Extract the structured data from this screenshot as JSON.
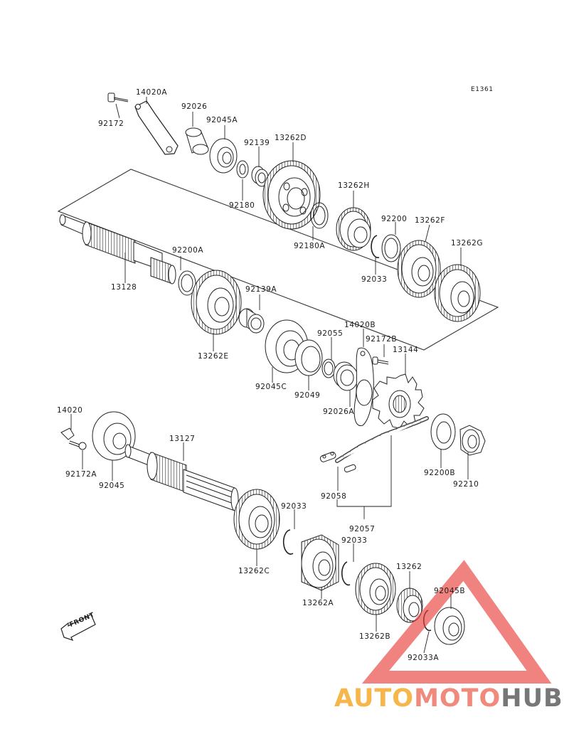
{
  "diagram_code": "E1361",
  "front_label": "FRONT",
  "watermark": {
    "part1": "AUTO",
    "part2": "MOTO",
    "part3": "HUB",
    "color1": "#f6b64a",
    "color2": "#f08a7c",
    "color3": "#777777",
    "triangle_color": "#e8413a"
  },
  "labels": {
    "p14020A": "14020A",
    "p92172": "92172",
    "p92026": "92026",
    "p92045A": "92045A",
    "p92139": "92139",
    "p13262D": "13262D",
    "p92180": "92180",
    "p92180A": "92180A",
    "p13262H": "13262H",
    "p92200": "92200",
    "p13262F": "13262F",
    "p13262G": "13262G",
    "p92033a": "92033",
    "p92200A": "92200A",
    "p13128": "13128",
    "p92139A": "92139A",
    "p13262E": "13262E",
    "p14020B": "14020B",
    "p92055": "92055",
    "p92172B": "92172B",
    "p13144": "13144",
    "p92045C": "92045C",
    "p92049": "92049",
    "p92026A": "92026A",
    "p14020": "14020",
    "p13127": "13127",
    "p92172A": "92172A",
    "p92045": "92045",
    "p92200B": "92200B",
    "p92210": "92210",
    "p92058": "92058",
    "p92057": "92057",
    "p92033b": "92033",
    "p92033c": "92033",
    "p13262C": "13262C",
    "p13262A": "13262A",
    "p13262": "13262",
    "p92045B": "92045B",
    "p13262B": "13262B",
    "p92033A": "92033A"
  }
}
